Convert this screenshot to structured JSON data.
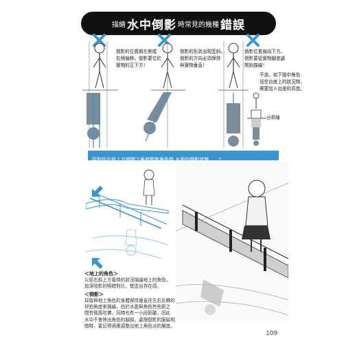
{
  "title": {
    "prefix": "描繪",
    "main": "水中倒影",
    "middle": "時常見的幾種",
    "suffix": "錯誤"
  },
  "panels": [
    {
      "note": [
        "倒影的位置朝左側或",
        "右側偏移。倒影要位於",
        "實物的正下方！"
      ]
    },
    {
      "note": [
        "倒影的形狀出現歪斜。",
        "倒影的方向必須保持",
        "與實物垂直！"
      ]
    },
    {
      "note": [
        "倒影位置偏向下方。",
        "倒影要從實物腳底處",
        "開始描繪！"
      ],
      "extra": [
        "不過，如下圖中角色",
        "站在台座上的狀況時，",
        "需要加入台座的高度。"
      ],
      "boundary_label": "分界線"
    }
  ],
  "banner": "採取從右斜上方俯瞰之角度觀看角色時,水面的倒影狀態……?",
  "captions": {
    "ground_title": "＜地上的角色＞",
    "ground_text": [
      "以從右斜上方看時的狀況描繪地上的角色，",
      "加深陰影的明暗對比，營造出存在感。"
    ],
    "reflection_title": "＜倒影＞",
    "reflection_text": [
      "採取與地上角色的身體保持垂直往左右反轉的",
      "仰拍角度來描繪，由於水面與角色有些距之",
      "間有微風吹拂，同時也有一小段距離，因此",
      "水中不會映出角色的腳部。處理倒影的服裝明",
      "暗時，要記得適應調整出地上角色淡的層度。"
    ]
  },
  "page_number": "109",
  "colors": {
    "accent": "#3a95cf",
    "cross": "#3a95cf",
    "title_bg": "#111111"
  }
}
